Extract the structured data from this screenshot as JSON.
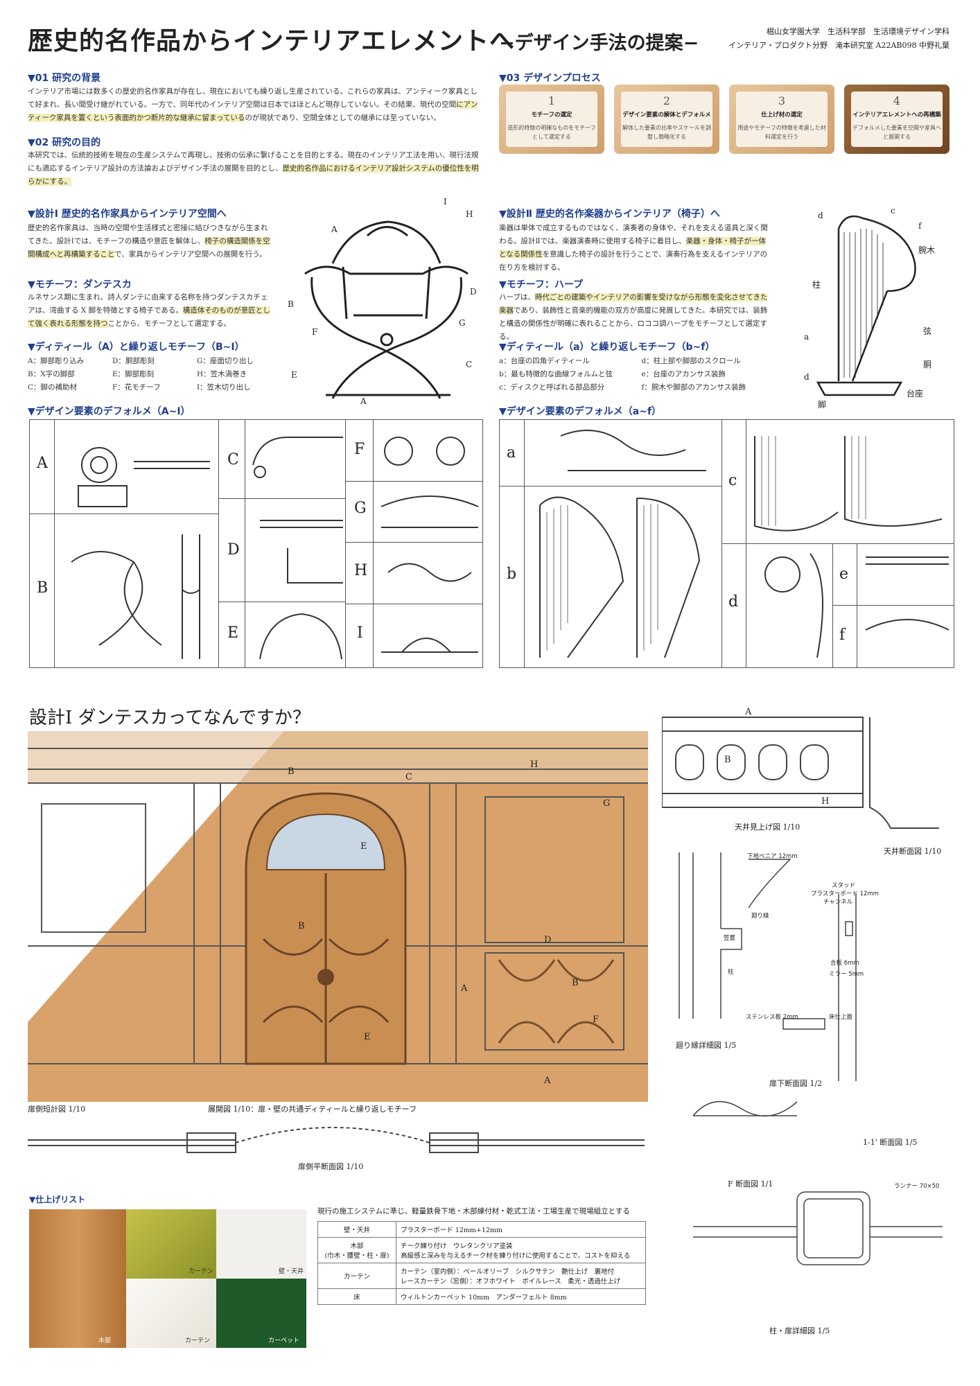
{
  "header": {
    "title": "歴史的名作品からインテリアエレメントへ",
    "subtitle": "−デザイン手法の提案−",
    "affiliation_line1": "椙山女学園大学　生活科学部　生活環境デザイン学科",
    "affiliation_line2": "インテリア・プロダクト分野　滝本研究室 A22AB098 中野礼葉"
  },
  "sec01": {
    "heading": "▼01 研究の背景",
    "body": "インテリア市場には数多くの歴史的名作家具が存在し、現在においても繰り返し生産されている。これらの家具は、アンティーク家具として好まれ、長い間受け継がれている。一方で、同年代のインテリア空間は日本ではほとんど現存していない。その結果、現代の空間",
    "highlight": "にアンティーク家具を置くという表面的かつ断片的な継承に留まっている",
    "tail": "のが現状であり、空間全体としての継承には至っていない。"
  },
  "sec02": {
    "heading": "▼02 研究の目的",
    "body": "本研究では、伝統的技術を現在の生産システムで再現し、技術の伝承に繋げることを目的とする。現在のインテリア工法を用い、現行法規にも適応するインテリア設計の方法論およびデザイン手法の展開を目的とし、",
    "highlight": "歴史的名作品におけるインテリア設計システムの優位性を明らかにする。"
  },
  "sec03": {
    "heading": "▼03 デザインプロセス",
    "steps": [
      {
        "num": "1",
        "title": "モチーフの選定",
        "desc": "造形的特徴の明確なものをモチーフとして選定する"
      },
      {
        "num": "2",
        "title": "デザイン要素の解体とデフォルメ",
        "desc": "解体した要素の比率やスケールを調整し簡略化する"
      },
      {
        "num": "3",
        "title": "仕上げ材の選定",
        "desc": "用途やモチーフの特徴を考慮した材料選定を行う"
      },
      {
        "num": "4",
        "title": "インテリアエレメントへの再構築",
        "desc": "デフォルメした要素を空間や家具へと展開する"
      }
    ]
  },
  "design1": {
    "heading": "▼設計Ⅰ 歴史的名作家具からインテリア空間へ",
    "body": "歴史的名作家具は、当時の空間や生活様式と密接に結びつきながら生まれてきた。設計Ⅰでは、モチーフの構造や意匠を解体し、",
    "highlight": "椅子の構造関係を空間構成へと再構築すること",
    "tail": "で、家具からインテリア空間への展開を行う。",
    "motif_heading": "▼モチーフ：ダンテスカ",
    "motif_body": "ルネサンス期に生まれ、詩人ダンテに由来する名称を持つダンテスカチェアは、湾曲する X 脚を特徴とする椅子である。",
    "motif_highlight": "構造体そのものが意匠として強く表れる形態を持つ",
    "motif_tail": "ことから、モチーフとして選定する。",
    "detail_heading": "▼ディティール（A）と繰り返しモチーフ（B~I）",
    "details": [
      "A：脚部彫り込み",
      "B：X字の脚部",
      "C：脚の補助材",
      "D：胴部彫刻",
      "E：脚部彫刻",
      "F：花モチーフ",
      "G：座面切り出し",
      "H：笠木渦巻き",
      "I：笠木切り出し"
    ],
    "chair_labels": [
      "I",
      "H",
      "A",
      "D",
      "B",
      "G",
      "F",
      "C",
      "E",
      "A"
    ],
    "deform_heading": "▼デザイン要素のデフォルメ（A~I）",
    "deform_letters": [
      "A",
      "B",
      "C",
      "D",
      "E",
      "F",
      "G",
      "H",
      "I"
    ]
  },
  "design2": {
    "heading": "▼設計Ⅱ 歴史的名作楽器からインテリア（椅子）へ",
    "body": "楽器は単体で成立するものではなく、演奏者の身体や、それを支える道具と深く関わる。設計Ⅱでは、楽器演奏時に使用する椅子に着目し、",
    "highlight": "楽器・身体・椅子が一体となる関係性",
    "tail": "を意識した椅子の設計を行うことで、演奏行為を支えるインテリアの在り方を検討する。",
    "motif_heading": "▼モチーフ：ハープ",
    "motif_body": "ハープは、",
    "motif_highlight": "時代ごとの建築やインテリアの影響を受けながら形態を変化させてきた楽器",
    "motif_tail": "であり、装飾性と音楽的機能の双方が高度に発展してきた。本研究では、装飾と構造の関係性が明確に表れることから、ロココ調ハープをモチーフとして選定する。",
    "detail_heading": "▼ディティール（a）と繰り返しモチーフ（b~f）",
    "details": [
      "a：台座の四角ディティール",
      "b：最も特徴的な曲線フォルムと弦",
      "c：ディスクと呼ばれる部品部分",
      "d：柱上部や脚部のスクロール",
      "e：台座のアカンサス装飾",
      "f：腕木や脚部のアカンサス装飾"
    ],
    "harp_labels": [
      "d",
      "c",
      "f",
      "腕木",
      "柱",
      "a",
      "弦",
      "胴",
      "d",
      "台座",
      "脚"
    ],
    "deform_heading": "▼デザイン要素のデフォルメ（a~f）",
    "deform_letters": [
      "a",
      "b",
      "c",
      "d",
      "e",
      "f"
    ]
  },
  "bottom": {
    "heading": "設計Ⅰ ダンテスカってなんですか？",
    "elev_labels": [
      "B",
      "C",
      "H",
      "G",
      "E",
      "B",
      "D",
      "A",
      "B",
      "F",
      "E",
      "A"
    ],
    "ceiling_labels": [
      "A",
      "B",
      "H"
    ],
    "captions": {
      "door_section": "扉側短計図 1/10",
      "elevation": "展開図 1/10：扉・壁の共通ディティールと繰り返しモチーフ",
      "plan": "扉側平断面図 1/10",
      "ceiling_up": "天井見上げ図 1/10",
      "ceiling_sec": "天井断面図 1/10",
      "mawari": "廻り縁詳細図 1/5",
      "door_bottom": "扉下断面図 1/2",
      "section_11": "1-1' 断面図 1/5",
      "f_section": "F 断面図 1/1",
      "pillar": "柱・扉詳細図 1/5"
    },
    "detail_notes": [
      "下地ベニア 12mm",
      "スタッド",
      "プラスターボード 12mm",
      "チャンネル",
      "合板 6mm",
      "ミラー 5mm",
      "ステンレス板 2mm",
      "床仕上面",
      "ランナー 70×50",
      "廻り縁",
      "笠置",
      "柱"
    ],
    "finish": {
      "heading": "▼仕上げリスト",
      "note": "現行の施工システムに準じ、軽量鉄骨下地・木部練付材・乾式工法・工場生産で現場組立とする",
      "swatch_labels": [
        "木部",
        "カーテン",
        "壁・天井",
        "カーテン",
        "カーペット"
      ],
      "rows": [
        {
          "part": "壁・天井",
          "spec": "プラスターボード 12mm+12mm"
        },
        {
          "part": "木部\n(巾木・腰壁・柱・扉)",
          "spec": "チーク練り付け　ウレタンクリア塗装\n高級感と深みを与えるチーク材を練り付けに使用することで、コストを抑える"
        },
        {
          "part": "カーテン",
          "spec": "カーテン（室内側）：ペールオリーブ　シルクサテン　艶仕上げ　裏地付\nレースカーテン（窓側）：オフホワイト　ボイルレース　柔光・透過仕上げ"
        },
        {
          "part": "床",
          "spec": "ウィルトンカーペット 10mm　アンダーフェルト 8mm"
        }
      ]
    }
  },
  "colors": {
    "accent_blue": "#1f3f8c",
    "highlight": "#f3efbb",
    "wood": "#c98e52",
    "olive": "#9aa52a",
    "carpet": "#1f5a2a"
  }
}
